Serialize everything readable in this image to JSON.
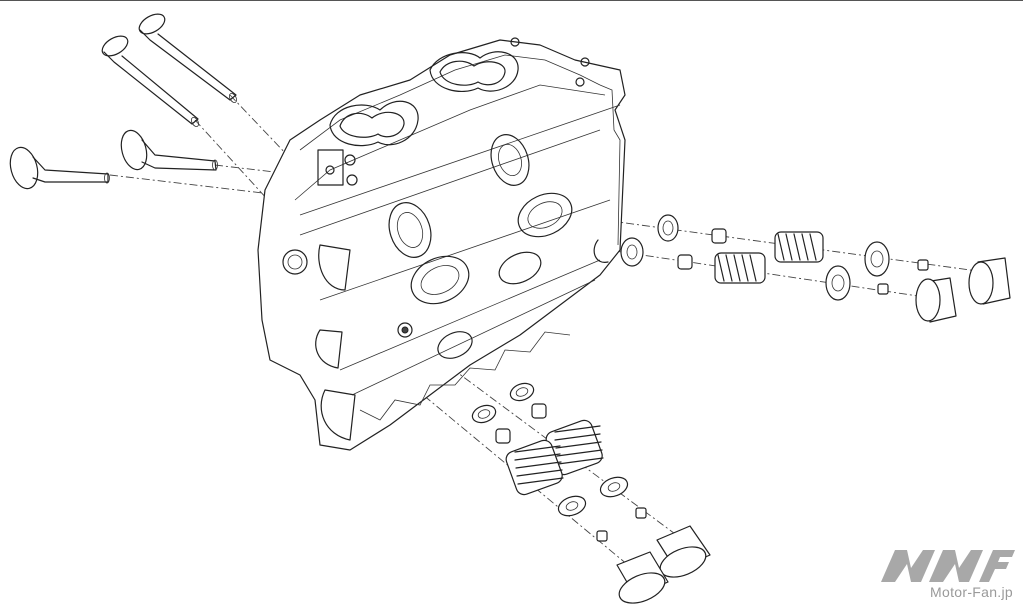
{
  "diagram": {
    "subject": "cylinder-head-exploded-view",
    "parts": [
      "intake-valve",
      "exhaust-valve",
      "valve-stem-seal",
      "valve-spring-seat",
      "valve-spring",
      "valve-spring-retainer",
      "valve-keeper",
      "valve-lifter-bucket"
    ]
  },
  "watermark": {
    "text": "Motor-Fan.jp",
    "color": "#9a9a9a"
  },
  "colors": {
    "ink": "#222222",
    "background": "#ffffff"
  }
}
